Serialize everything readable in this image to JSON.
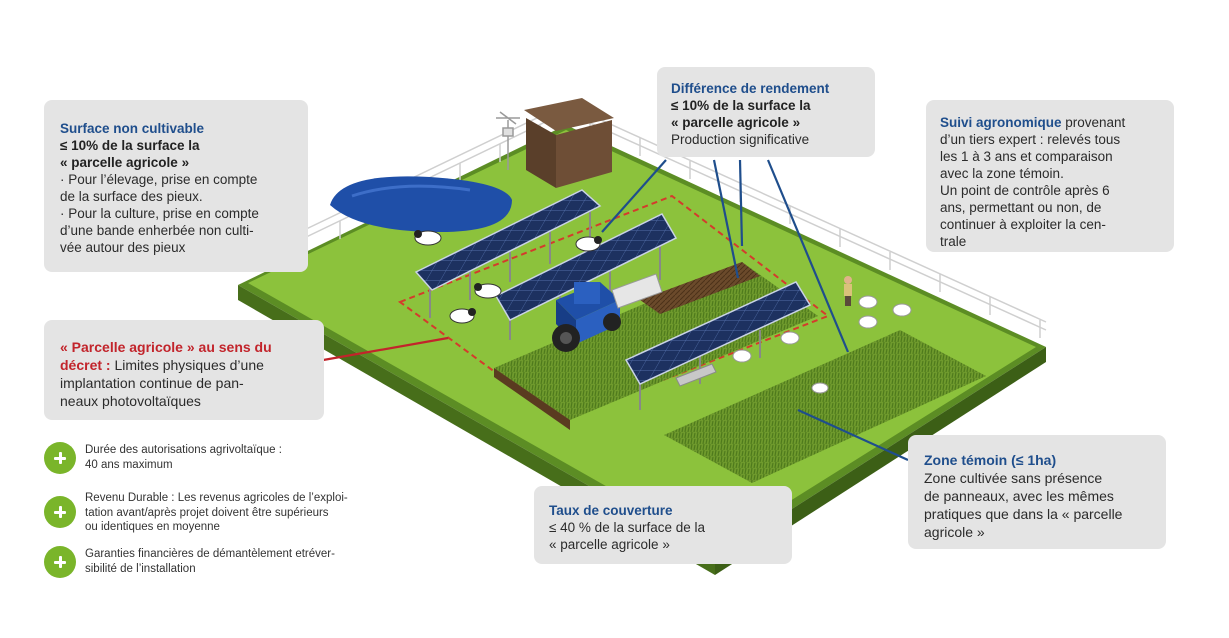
{
  "callouts": {
    "surface": {
      "title": "Surface non cultivable",
      "sub1": "≤ 10% de la surface la",
      "sub2": "« parcelle agricole »",
      "lines": [
        "· Pour l’élevage, prise en compte",
        "de la surface des pieux.",
        "· Pour la culture, prise en compte",
        "d’une bande enherbée non culti-",
        "vée autour des pieux"
      ]
    },
    "rendement": {
      "title": "Différence de rendement",
      "sub1": "≤ 10% de la surface la",
      "sub2": "« parcelle agricole »",
      "text": "Production significative"
    },
    "suivi": {
      "title": "Suivi agronomique",
      "first_rest": " provenant",
      "lines": [
        "d’un tiers expert : relevés tous",
        "les 1 à 3 ans et comparaison",
        "avec la zone témoin.",
        "Un point de contrôle après 6",
        "ans, permettant ou non, de",
        "continuer à exploiter la cen-",
        "trale"
      ]
    },
    "parcelle": {
      "title1": "« Parcelle agricole » au sens du",
      "title2": "décret :",
      "first_rest": " Limites physiques d’une",
      "lines": [
        "implantation continue de pan-",
        "neaux photovoltaïques"
      ]
    },
    "taux": {
      "title": "Taux de couverture",
      "lines": [
        "≤ 40 % de la surface de la",
        "« parcelle agricole »"
      ]
    },
    "temoin": {
      "title": "Zone témoin (≤ 1ha)",
      "lines": [
        "Zone cultivée sans présence",
        "de panneaux, avec les mêmes",
        "pratiques que dans la « parcelle",
        "agricole »"
      ]
    }
  },
  "benefits": [
    {
      "line1": "Durée des autorisations agrivoltaïque :",
      "line2": "40 ans maximum"
    },
    {
      "line1": "Revenu Durable : Les revenus agricoles de l’exploi-",
      "line2": "tation avant/après projet doivent être supérieurs",
      "line3": "ou identiques en moyenne"
    },
    {
      "line1": "Garanties financières de démantèlement etréver-",
      "line2": "sibilité de l’installation"
    }
  ],
  "colors": {
    "accent_blue": "#1f4e8c",
    "accent_red": "#c2242b",
    "grass": "#8cc23c",
    "plus_green": "#7ab52a",
    "panel": "#1e3566",
    "callout_bg": "#e4e4e4"
  }
}
